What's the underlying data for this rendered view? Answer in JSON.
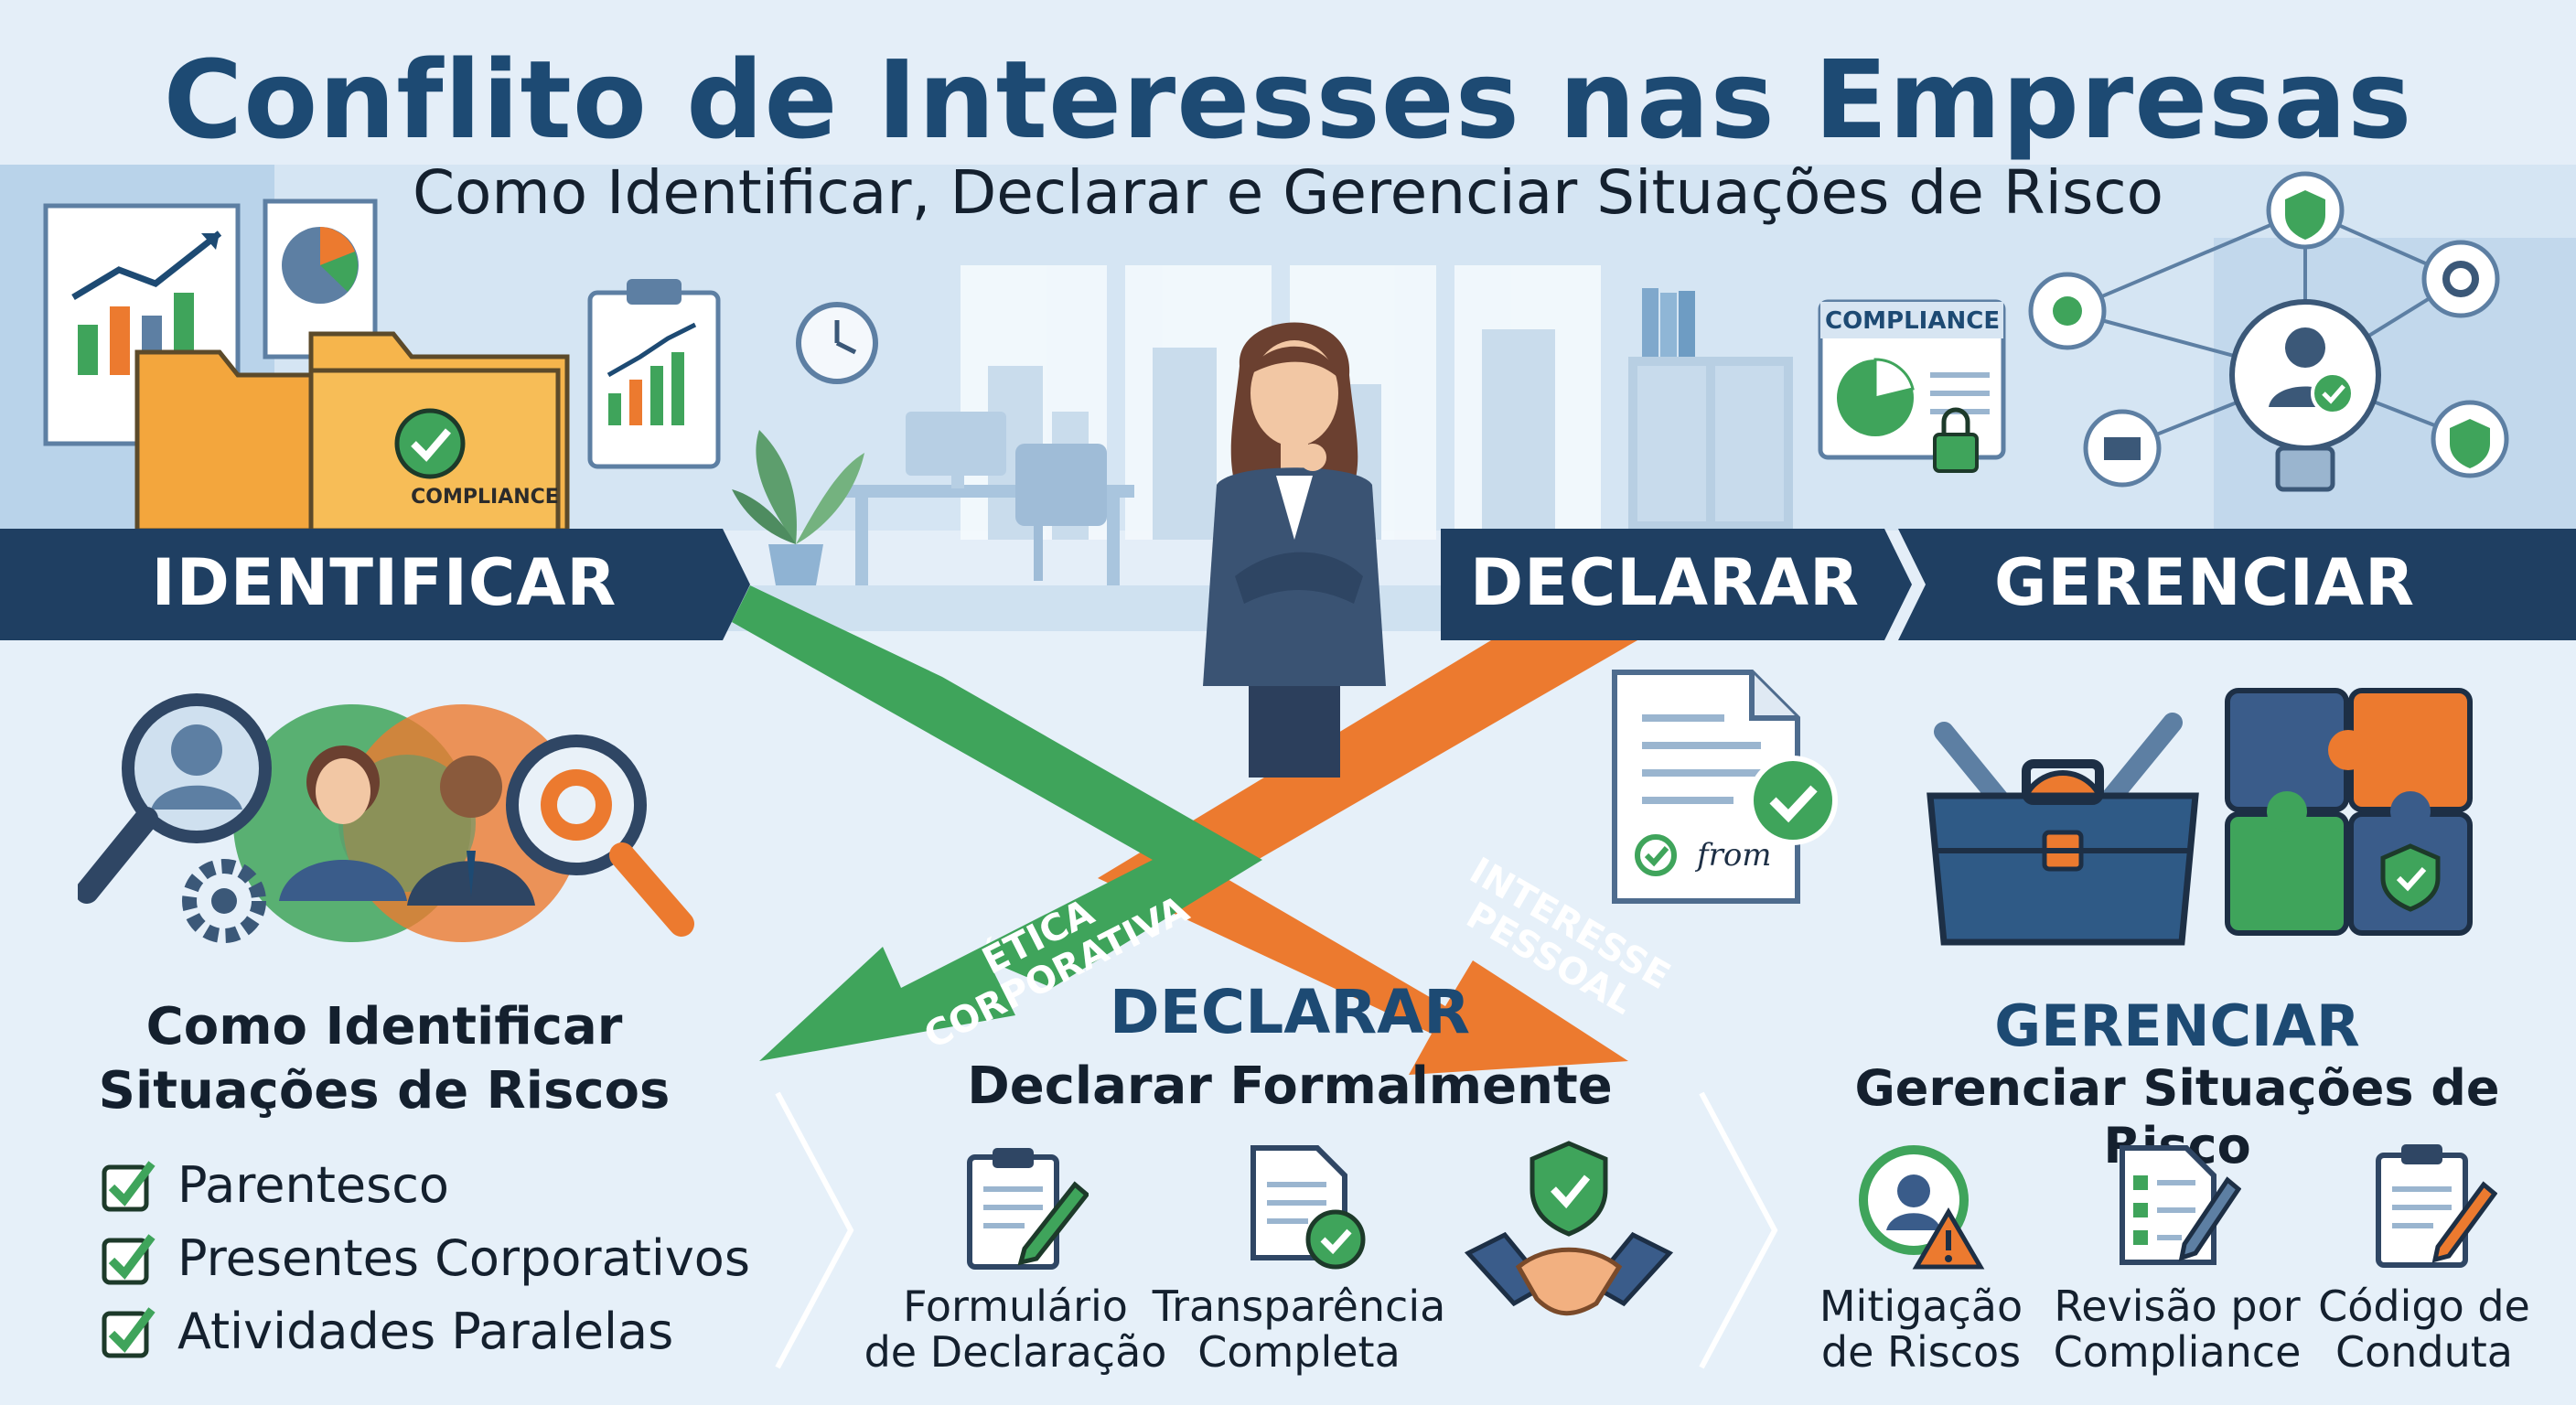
{
  "header": {
    "title": "Conflito de Interesses nas Empresas",
    "subtitle": "Como Identificar, Declarar e Gerenciar Situações de Risco"
  },
  "banners": {
    "identificar": "IDENTIFICAR",
    "declarar": "DECLARAR",
    "gerenciar": "GERENCIAR"
  },
  "decor": {
    "folder_label": "COMPLIANCE",
    "compliance_board": "COMPLIANCE",
    "arrow_etica_line1": "ÉTICA",
    "arrow_etica_line2": "CORPORATIVA",
    "arrow_interesse_line1": "INTERESSE",
    "arrow_interesse_line2": "PESSOAL",
    "signature": "from"
  },
  "identificar": {
    "heading_line1": "Como Identificar",
    "heading_line2": "Situações de Riscos",
    "items": [
      "Parentesco",
      "Presentes Corporativos",
      "Atividades Paralelas"
    ]
  },
  "declarar": {
    "title": "DECLARAR",
    "subtitle": "Declarar Formalmente",
    "cards": [
      {
        "line1": "Formulário",
        "line2": "de Declaração"
      },
      {
        "line1": "Transparência",
        "line2": "Completa"
      }
    ]
  },
  "gerenciar": {
    "title": "GERENCIAR",
    "subtitle": "Gerenciar Situações de Risco",
    "cards": [
      {
        "line1": "Mitigação",
        "line2": "de Riscos"
      },
      {
        "line1": "Revisão por",
        "line2": "Compliance"
      },
      {
        "line1": "Código de",
        "line2": "Conduta"
      }
    ]
  },
  "colors": {
    "navy": "#1d4a73",
    "banner": "#1f3f62",
    "green": "#3fa45b",
    "orange": "#ec7a2f",
    "light_bg": "#e3eef8"
  }
}
